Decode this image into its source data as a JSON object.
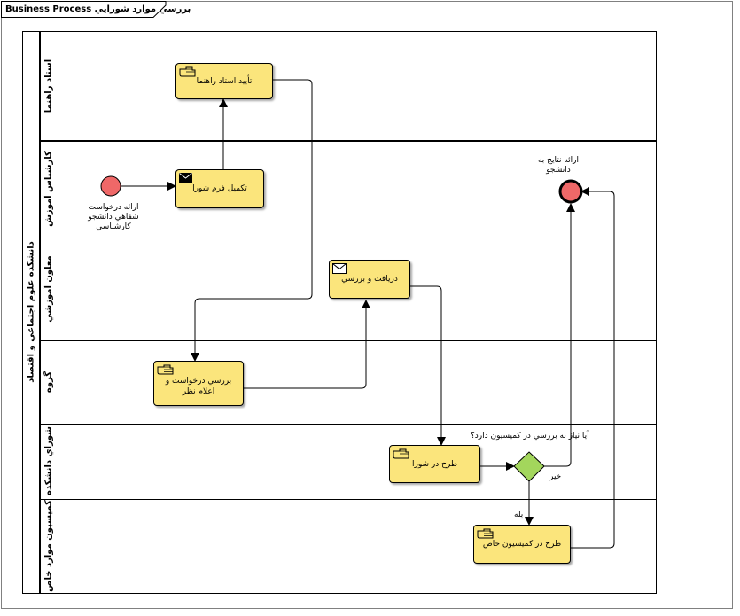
{
  "diagram": {
    "title": "Business Process بررسي موارد شورايي",
    "pool": {
      "label": "دانشكده علوم اجتماعي و اقتصاد"
    },
    "lanes": [
      {
        "label": "استاد راهنما"
      },
      {
        "label": "كارشناس آموزش"
      },
      {
        "label": "معاون آموزشي"
      },
      {
        "label": "گروه"
      },
      {
        "label": "شوراي دانشكده"
      },
      {
        "label": "كميسيون موارد خاص"
      }
    ],
    "tasks": {
      "approve_supervisor": {
        "label": "تأييد استاد راهنما",
        "type": "manual"
      },
      "complete_form": {
        "label": "تكميل فرم شورا",
        "type": "send"
      },
      "receive_review": {
        "label": "دريافت و بررسي",
        "type": "receive"
      },
      "group_review": {
        "label": "بررسي درخواست و اعلام نظر",
        "type": "manual"
      },
      "council": {
        "label": "طرح در شورا",
        "type": "manual"
      },
      "commission": {
        "label": "طرح در كميسيون خاص",
        "type": "manual"
      }
    },
    "events": {
      "start": {
        "label": "ارائه درخواست شفاهي دانشجو كارشناسي"
      },
      "end": {
        "label": "ارائه نتايج به دانشجو"
      }
    },
    "gateway": {
      "question": "آيا نياز به بررسي در كميسيون دارد؟",
      "no_label": "خير",
      "yes_label": "بله"
    },
    "colors": {
      "task_fill": "#fbe57c",
      "start_fill": "#ef6868",
      "end_fill": "#ef6868",
      "gateway_fill": "#a3d65c"
    }
  }
}
